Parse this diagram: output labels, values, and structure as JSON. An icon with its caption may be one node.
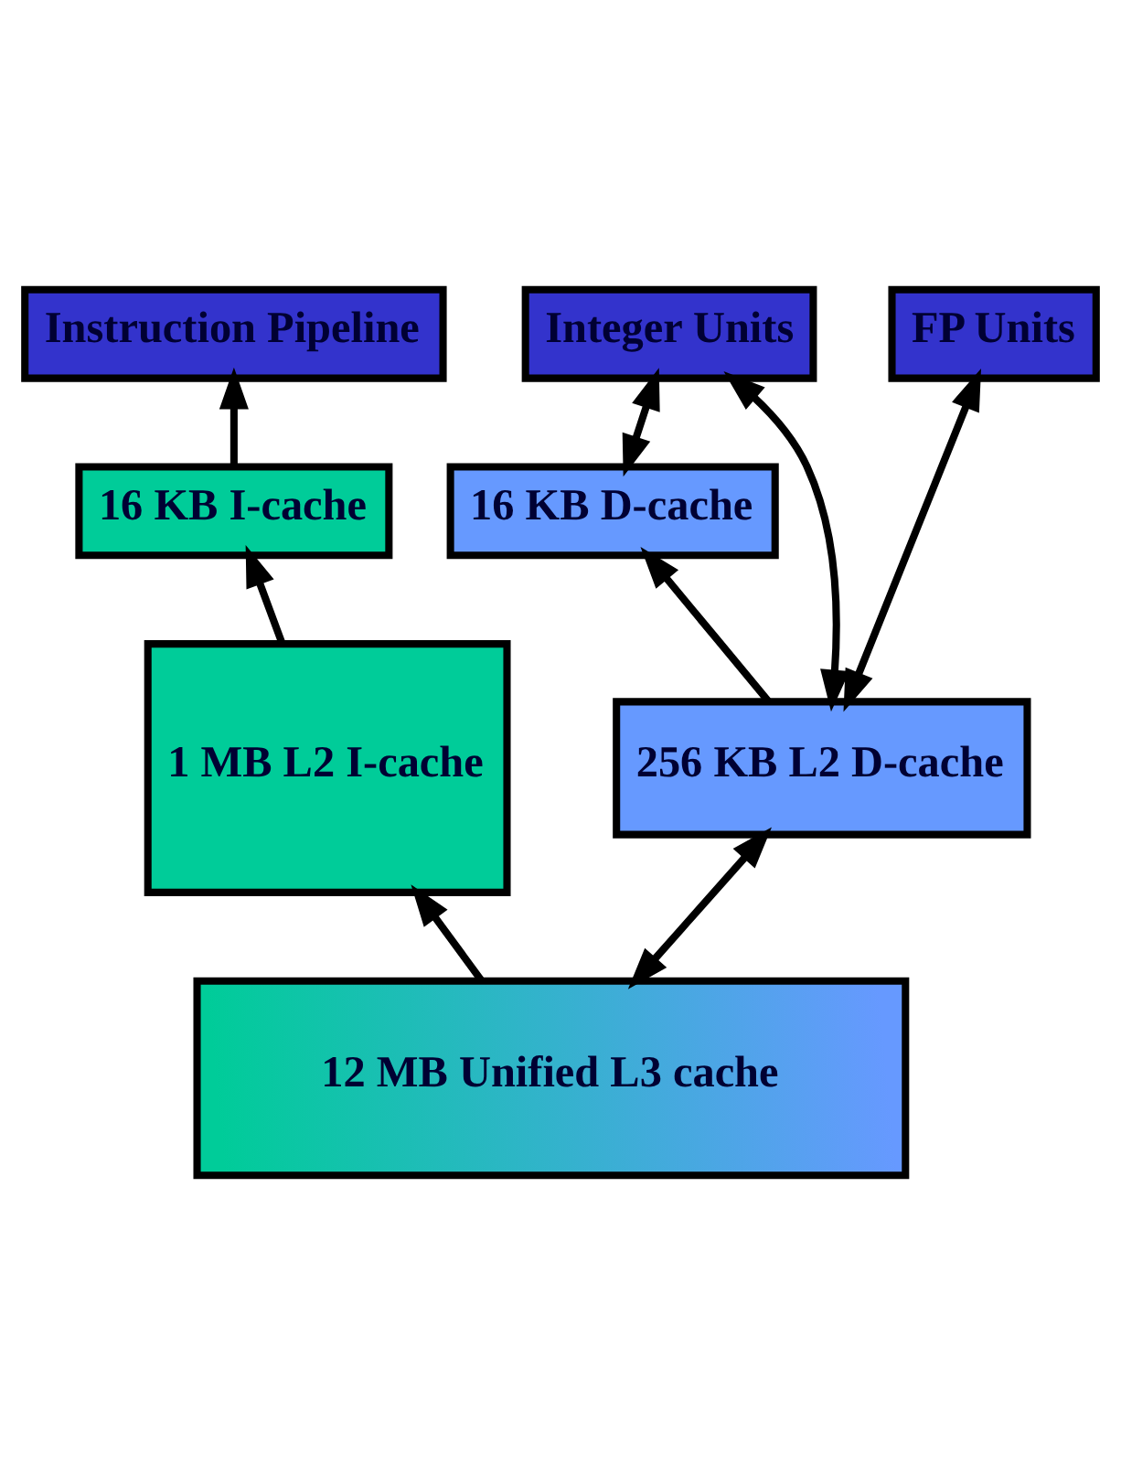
{
  "diagram": {
    "nodes": [
      {
        "text": [
          "Instruction Pipeline"
        ]
      },
      {
        "text": [
          "FP Units"
        ]
      },
      {
        "text": [
          "Integer Units"
        ]
      },
      {
        "text": [
          "16 KB I-cache"
        ]
      },
      {
        "text": [
          "16 KB D-cache"
        ]
      },
      {
        "text": [
          "1 MB L2 I-cache"
        ]
      },
      {
        "text": [
          "256 KB L2 D-cache"
        ]
      },
      {
        "text": [
          "12 MB Unified L3 cache"
        ]
      }
    ],
    "edges": [
      {
        "from": 3,
        "to": 0,
        "arrow": "to"
      },
      {
        "from": 5,
        "to": 3,
        "arrow": "to"
      },
      {
        "from": 7,
        "to": 5,
        "arrow": "to"
      },
      {
        "from": 1,
        "to": 6,
        "arrow": "both"
      },
      {
        "from": 2,
        "to": 4,
        "arrow": "both"
      },
      {
        "from": 2,
        "to": 6,
        "arrow": "both"
      },
      {
        "from": 6,
        "to": 4,
        "arrow": "to"
      },
      {
        "from": 6,
        "to": 7,
        "arrow": "both"
      }
    ]
  }
}
